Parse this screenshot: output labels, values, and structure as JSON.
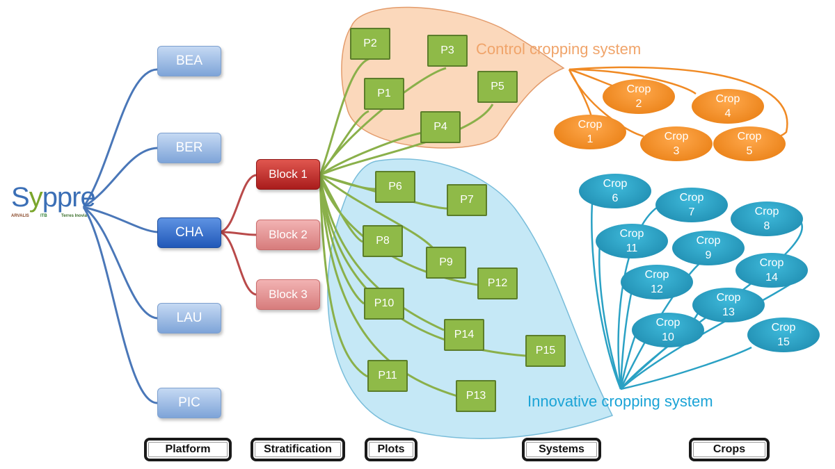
{
  "logo": {
    "title_a": "S",
    "title_y": "y",
    "title_b": "ppre",
    "partners": [
      "ARVALIS",
      "ITB",
      "Terres Inovia"
    ]
  },
  "platforms": [
    "BEA",
    "BER",
    "CHA",
    "LAU",
    "PIC"
  ],
  "blocks": [
    "Block 1",
    "Block 2",
    "Block 3"
  ],
  "plots": [
    "P1",
    "P2",
    "P3",
    "P4",
    "P5",
    "P6",
    "P7",
    "P8",
    "P9",
    "P10",
    "P11",
    "P12",
    "P13",
    "P14",
    "P15"
  ],
  "systems": {
    "control": "Control cropping system",
    "innovative": "Innovative cropping system"
  },
  "crops": {
    "control": [
      {
        "label": "Crop",
        "num": "1"
      },
      {
        "label": "Crop",
        "num": "2"
      },
      {
        "label": "Crop",
        "num": "3"
      },
      {
        "label": "Crop",
        "num": "4"
      },
      {
        "label": "Crop",
        "num": "5"
      }
    ],
    "innovative": [
      {
        "label": "Crop",
        "num": "6"
      },
      {
        "label": "Crop",
        "num": "7"
      },
      {
        "label": "Crop",
        "num": "8"
      },
      {
        "label": "Crop",
        "num": "11"
      },
      {
        "label": "Crop",
        "num": "9"
      },
      {
        "label": "Crop",
        "num": "12"
      },
      {
        "label": "Crop",
        "num": "14"
      },
      {
        "label": "Crop",
        "num": "13"
      },
      {
        "label": "Crop",
        "num": "10"
      },
      {
        "label": "Crop",
        "num": "15"
      }
    ]
  },
  "legend": [
    "Platform",
    "Stratification",
    "Plots",
    "Systems",
    "Crops"
  ],
  "colors": {
    "platform_line": "#4a77b8",
    "block_line": "#b94a4a",
    "plot_line": "#8ab04a",
    "control": "#f08a24",
    "innovative": "#2aa1c4"
  }
}
